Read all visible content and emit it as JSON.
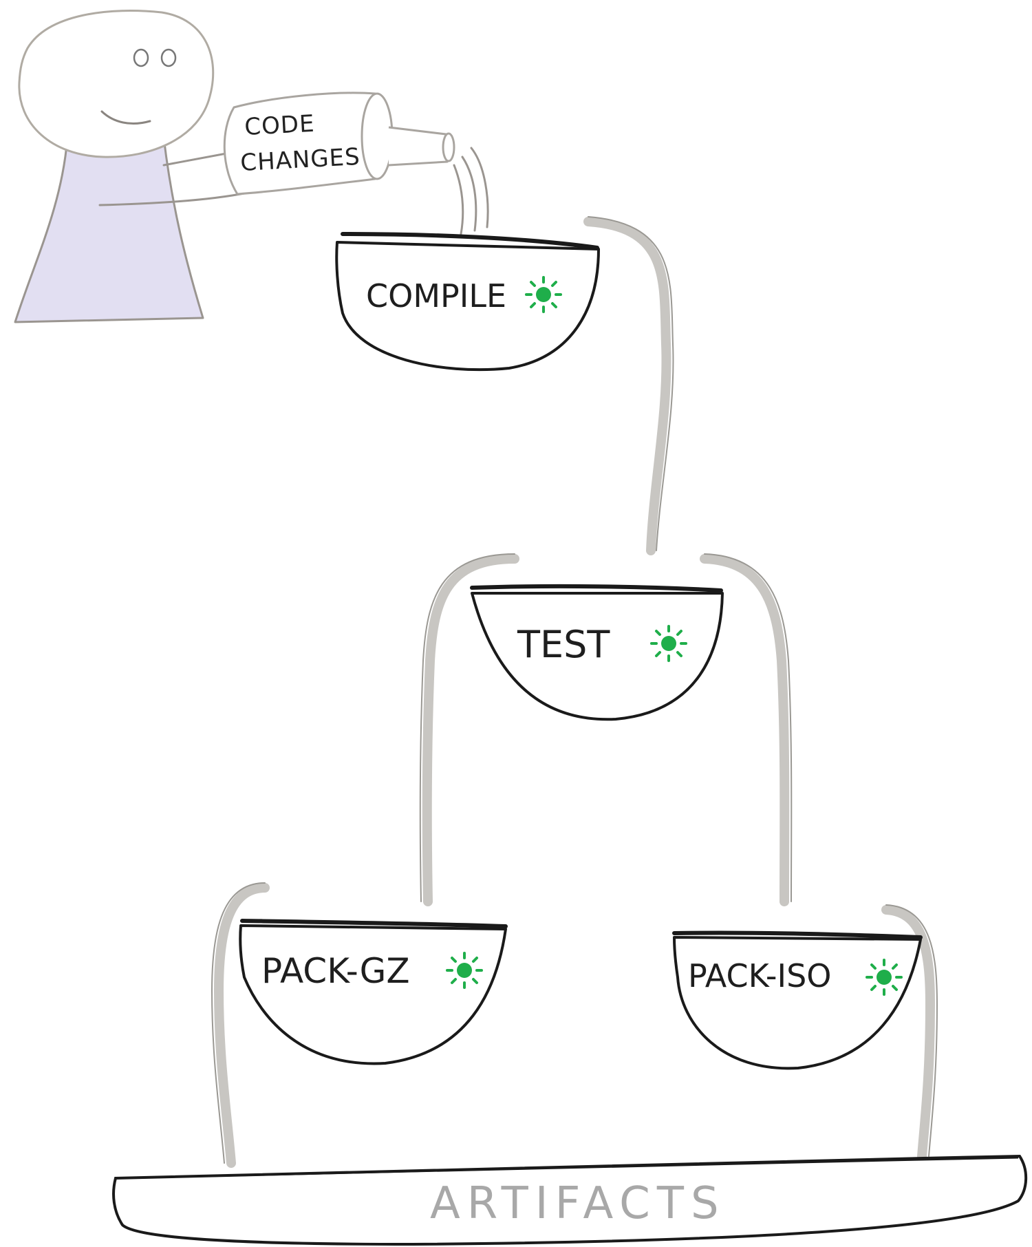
{
  "person": {
    "can_label_line1": "CODE",
    "can_label_line2": "CHANGES"
  },
  "stages": [
    {
      "label": "COMPILE",
      "status_color": "#1fae4a"
    },
    {
      "label": "TEST",
      "status_color": "#1fae4a"
    },
    {
      "label": "PACK-GZ",
      "status_color": "#1fae4a"
    },
    {
      "label": "PACK-ISO",
      "status_color": "#1fae4a"
    }
  ],
  "artifacts": {
    "label": "ARTIFACTS"
  },
  "colors": {
    "status_ok": "#1fae4a",
    "person_body": "#e2dff2",
    "pipe": "#c8c6c2"
  },
  "icons": {
    "status": "sun-status-icon"
  }
}
